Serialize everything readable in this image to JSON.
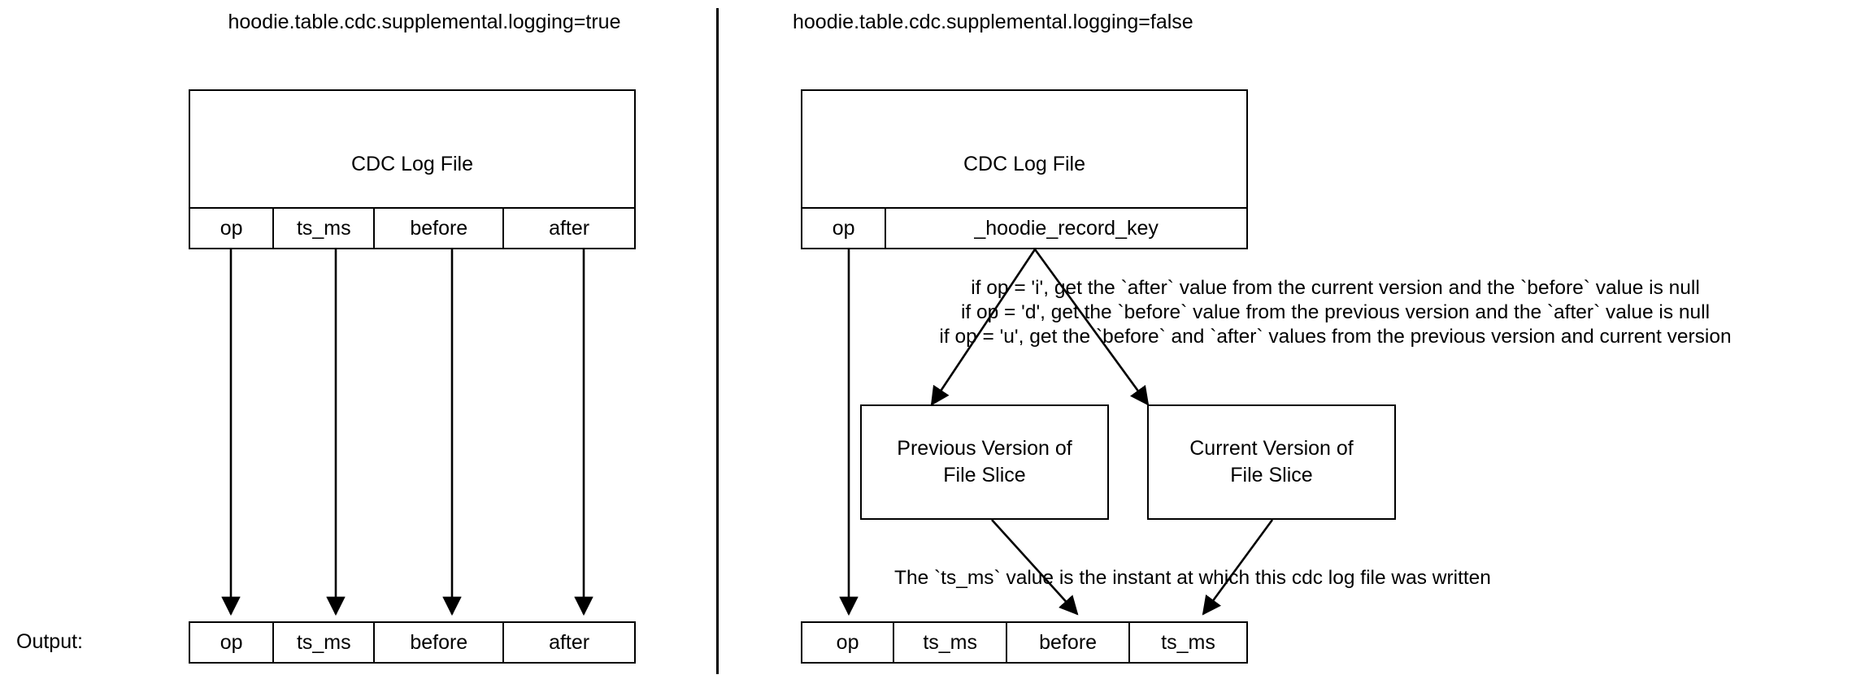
{
  "diagram": {
    "title_left": "hoodie.table.cdc.supplemental.logging=true",
    "title_right": "hoodie.table.cdc.supplemental.logging=false",
    "output_label": "Output:"
  },
  "left_panel": {
    "cdc_log_file": {
      "label": "CDC Log File",
      "columns": [
        {
          "label": "op"
        },
        {
          "label": "ts_ms"
        },
        {
          "label": "before"
        },
        {
          "label": "after"
        }
      ]
    },
    "output_row": {
      "columns": [
        {
          "label": "op"
        },
        {
          "label": "ts_ms"
        },
        {
          "label": "before"
        },
        {
          "label": "after"
        }
      ]
    }
  },
  "right_panel": {
    "cdc_log_file": {
      "label": "CDC Log File",
      "columns": [
        {
          "label": "op"
        },
        {
          "label": "_hoodie_record_key"
        }
      ]
    },
    "annotations": [
      "if op = 'i', get the `after` value from the current version and the `before` value is null",
      "if op = 'd', get the `before` value from the previous version  and the `after` value is null",
      "if op = 'u', get the `before` and `after` values from the previous version and current version"
    ],
    "version_boxes": [
      {
        "line1": "Previous Version of",
        "line2": "File Slice"
      },
      {
        "line1": "Current Version of",
        "line2": "File Slice"
      }
    ],
    "ts_note": "The `ts_ms` value is the instant at which this cdc log file was written",
    "output_row": {
      "columns": [
        {
          "label": "op"
        },
        {
          "label": "ts_ms"
        },
        {
          "label": "before"
        },
        {
          "label": "ts_ms"
        }
      ]
    }
  },
  "colors": {
    "stroke": "#000000",
    "background": "#ffffff",
    "text": "#000000"
  }
}
